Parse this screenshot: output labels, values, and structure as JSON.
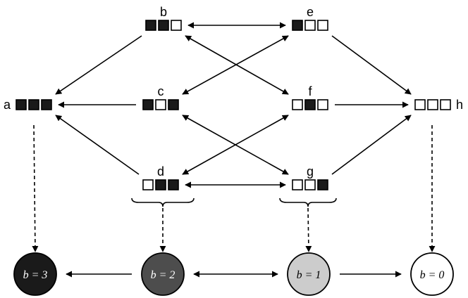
{
  "nodes": [
    {
      "id": "b",
      "label": "b",
      "bits": [
        1,
        1,
        0
      ]
    },
    {
      "id": "e",
      "label": "e",
      "bits": [
        1,
        0,
        0
      ]
    },
    {
      "id": "a",
      "label": "a",
      "bits": [
        1,
        1,
        1
      ]
    },
    {
      "id": "c",
      "label": "c",
      "bits": [
        1,
        0,
        1
      ]
    },
    {
      "id": "f",
      "label": "f",
      "bits": [
        0,
        1,
        0
      ]
    },
    {
      "id": "h",
      "label": "h",
      "bits": [
        0,
        0,
        0
      ]
    },
    {
      "id": "d",
      "label": "d",
      "bits": [
        0,
        1,
        1
      ]
    },
    {
      "id": "g",
      "label": "g",
      "bits": [
        0,
        0,
        1
      ]
    }
  ],
  "edges": [
    {
      "from": "b",
      "to": "e",
      "bidirectional": true
    },
    {
      "from": "b",
      "to": "a",
      "bidirectional": false
    },
    {
      "from": "b",
      "to": "f",
      "bidirectional": true
    },
    {
      "from": "e",
      "to": "c",
      "bidirectional": true
    },
    {
      "from": "e",
      "to": "h",
      "bidirectional": false
    },
    {
      "from": "c",
      "to": "a",
      "bidirectional": false
    },
    {
      "from": "c",
      "to": "g",
      "bidirectional": true
    },
    {
      "from": "f",
      "to": "h",
      "bidirectional": false
    },
    {
      "from": "f",
      "to": "d",
      "bidirectional": true
    },
    {
      "from": "d",
      "to": "a",
      "bidirectional": false
    },
    {
      "from": "d",
      "to": "g",
      "bidirectional": true
    },
    {
      "from": "g",
      "to": "h",
      "bidirectional": false
    }
  ],
  "summary_nodes": [
    {
      "id": "s3",
      "label": "b = 3",
      "fill": "#1a1a1a",
      "text_color": "#ffffff"
    },
    {
      "id": "s2",
      "label": "b = 2",
      "fill": "#4d4d4d",
      "text_color": "#ffffff"
    },
    {
      "id": "s1",
      "label": "b = 1",
      "fill": "#cccccc",
      "text_color": "#000000"
    },
    {
      "id": "s0",
      "label": "b = 0",
      "fill": "#ffffff",
      "text_color": "#000000"
    }
  ],
  "summary_edges": [
    {
      "from": "s2",
      "to": "s3",
      "bidirectional": false
    },
    {
      "from": "s2",
      "to": "s1",
      "bidirectional": true
    },
    {
      "from": "s1",
      "to": "s0",
      "bidirectional": false
    }
  ],
  "projections": [
    {
      "from": "a",
      "to": "s3"
    },
    {
      "from": "c_d_group",
      "to": "s2"
    },
    {
      "from": "f_g_group",
      "to": "s1"
    },
    {
      "from": "h",
      "to": "s0"
    }
  ],
  "colors": {
    "filled": "#1a1a1a",
    "empty": "#ffffff",
    "stroke": "#000000"
  }
}
